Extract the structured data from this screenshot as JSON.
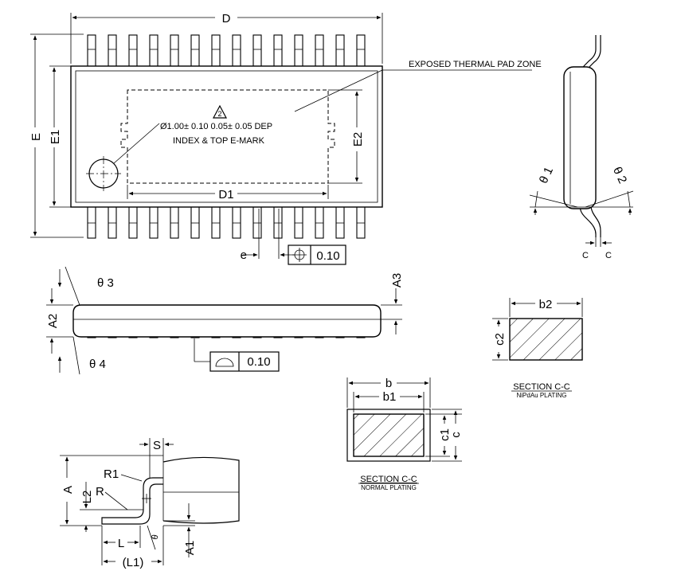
{
  "top_view": {
    "dim_D": "D",
    "dim_E": "E",
    "dim_E1": "E1",
    "dim_E2": "E2",
    "dim_D1": "D1",
    "dim_e": "e",
    "thermal_pad_label": "EXPOSED THERMAL PAD ZONE",
    "note_number": "2",
    "hole_spec": "Ø1.00± 0.10  0.05± 0.05 DEP",
    "index_label": "INDEX & TOP E-MARK",
    "position_tolerance": "0.10"
  },
  "side_view": {
    "theta1": "θ 1",
    "theta2": "θ 2",
    "section_marker_left": "C",
    "section_marker_right": "C"
  },
  "front_view": {
    "theta3": "θ 3",
    "theta4": "θ 4",
    "dim_A2": "A2",
    "dim_A3": "A3",
    "profile_tolerance": "0.10"
  },
  "lead_detail": {
    "dim_S": "S",
    "dim_A": "A",
    "dim_R1": "R1",
    "dim_R": "R",
    "dim_L2": "L2",
    "dim_L": "L",
    "dim_L1": "(L1)",
    "dim_A1": "A1",
    "theta": "θ"
  },
  "section_normal": {
    "dim_b": "b",
    "dim_b1": "b1",
    "dim_c": "c",
    "dim_c1": "c1",
    "title": "SECTION C-C",
    "subtitle": "NORMAL PLATING"
  },
  "section_nipdau": {
    "dim_b2": "b2",
    "dim_c2": "c2",
    "title": "SECTION C-C",
    "subtitle": "NiPdAu PLATING"
  }
}
